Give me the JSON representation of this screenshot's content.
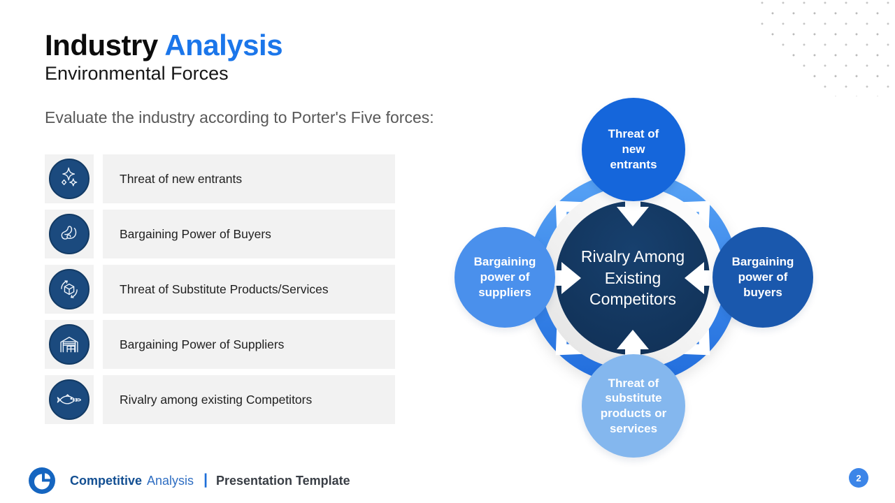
{
  "header": {
    "title_primary": "Industry",
    "title_accent": "Analysis",
    "subtitle": "Environmental Forces"
  },
  "intro": "Evaluate the industry according to Porter's Five forces:",
  "forces_list": [
    {
      "icon": "sparkles-icon",
      "label": "Threat of new entrants"
    },
    {
      "icon": "muscle-icon",
      "label": "Bargaining Power of Buyers"
    },
    {
      "icon": "cycle-box-icon",
      "label": "Threat of Substitute Products/Services"
    },
    {
      "icon": "warehouse-icon",
      "label": "Bargaining Power of Suppliers"
    },
    {
      "icon": "fish-icon",
      "label": "Rivalry among existing Competitors"
    }
  ],
  "diagram": {
    "center": {
      "label": "Rivalry Among Existing Competitors",
      "color": "#14375f"
    },
    "top": {
      "label": "Threat of new entrants",
      "color": "#1566db"
    },
    "left": {
      "label": "Bargaining power of suppliers",
      "color": "#4a90ec"
    },
    "right": {
      "label": "Bargaining power of buyers",
      "color": "#1a58ad"
    },
    "bottom": {
      "label": "Threat of substitute products or services",
      "color": "#84b7ee"
    }
  },
  "footer": {
    "brand_bold": "Competitive",
    "brand_light": "Analysis",
    "divider": "|",
    "template_label": "Presentation Template",
    "page_number": "2"
  },
  "colors": {
    "accent_blue": "#1b76ea",
    "icon_circle_navy": "#1b4a7e",
    "ring_light": "#55a0f4",
    "ring_dark": "#2470de",
    "footer_brand_blue": "#134f92",
    "page_badge_blue": "#3c85e8"
  }
}
